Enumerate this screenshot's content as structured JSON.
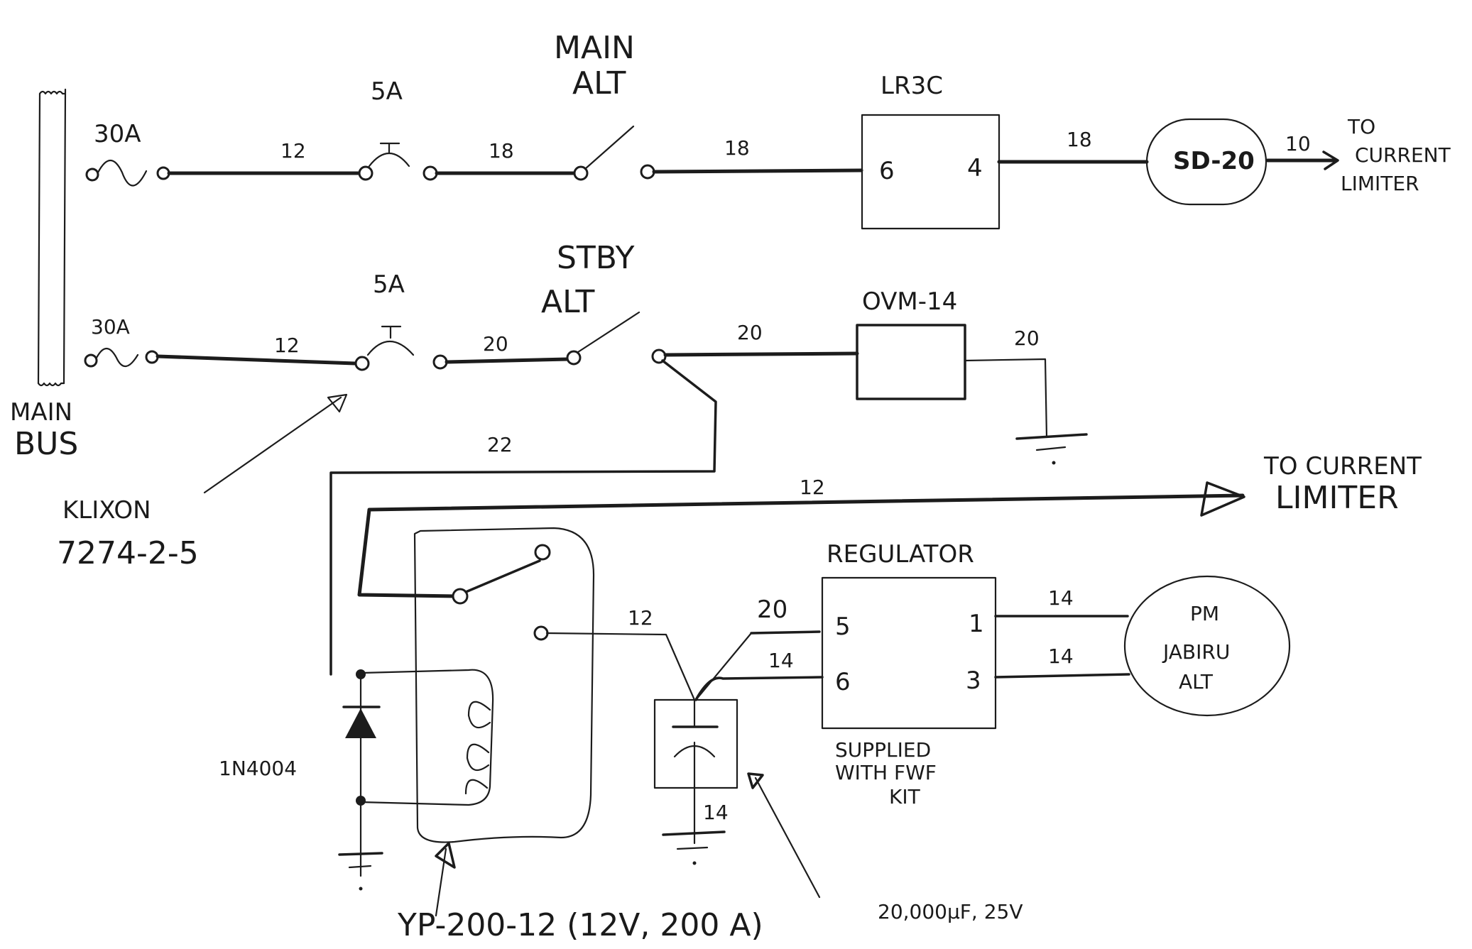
{
  "diagram": {
    "title": "",
    "bus": {
      "label_line1": "MAIN",
      "label_line2": "BUS"
    },
    "main_branch": {
      "fuse_rating": "30A",
      "wire_fuse_to_breaker": "12",
      "breaker_rating": "5A",
      "wire_breaker_to_switch": "18",
      "switch_label_line1": "MAIN",
      "switch_label_line2": "ALT",
      "wire_switch_to_lr3c": "18",
      "lr3c": {
        "name": "LR3C",
        "pin_in": "6",
        "pin_out": "4"
      },
      "wire_lr3c_to_sd20": "18",
      "sd20": {
        "name": "SD-20"
      },
      "wire_sd20_out": "10",
      "destination_line1": "TO",
      "destination_line2": "CURRENT",
      "destination_line3": "LIMITER"
    },
    "standby_branch": {
      "fuse_rating": "30A",
      "wire_fuse_to_breaker": "12",
      "breaker_rating": "5A",
      "wire_breaker_to_switch": "20",
      "switch_label_line1": "STBY",
      "switch_label_line2": "ALT",
      "wire_switch_to_ovm": "20",
      "ovm": {
        "name": "OVM-14"
      },
      "wire_ovm_to_ground": "20",
      "wire_to_relay": "22"
    },
    "klixon_note": {
      "line1": "KLIXON",
      "line2": "7274-2-5"
    },
    "contactor_output": {
      "wire": "12",
      "destination_line1": "TO CURRENT",
      "destination_line2": "LIMITER"
    },
    "relay": {
      "part_label": "YP-200-12 (12V, 200 A)"
    },
    "diode": {
      "part_label": "1N4004"
    },
    "capacitor": {
      "wire_relay_to_cap": "12",
      "wire_cap_ground": "14",
      "rating_label": "20,000µF, 25V"
    },
    "regulator": {
      "name": "REGULATOR",
      "pin5": "5",
      "pin6": "6",
      "pin1": "1",
      "pin3": "3",
      "wire_pin5": "20",
      "wire_pin6": "14",
      "wire_pin1": "14",
      "wire_pin3": "14",
      "note_line1": "SUPPLIED",
      "note_line2": "WITH FWF",
      "note_line3": "KIT"
    },
    "alternator": {
      "line1": "PM",
      "line2": "JABIRU",
      "line3": "ALT"
    }
  }
}
